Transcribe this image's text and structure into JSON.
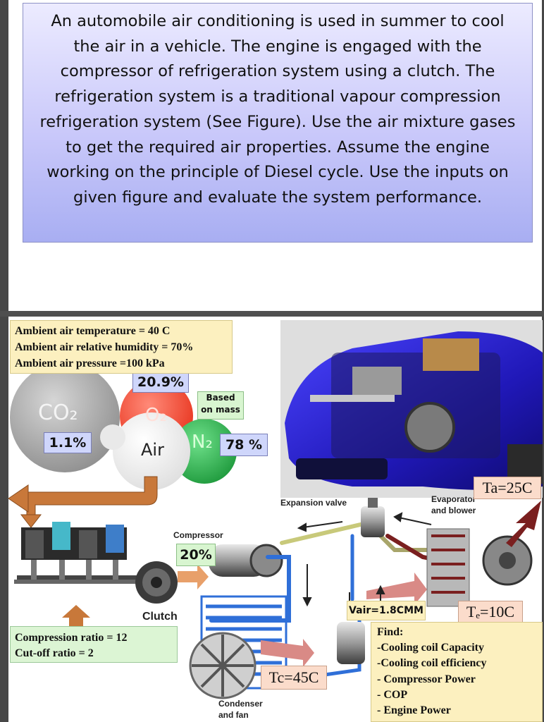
{
  "problem": {
    "lines": [
      "An automobile air conditioning is used in summer to cool",
      "the air in a vehicle. The engine is engaged with the",
      "compressor of refrigeration system using a clutch. The",
      "refrigeration system is a traditional vapour compression",
      "refrigeration system (See Figure). Use the air mixture gases",
      "to get the required air properties. Assume the engine",
      "working on the principle of Diesel cycle. Use the inputs on",
      "given figure and evaluate the system performance."
    ]
  },
  "ambient": {
    "temperature": "Ambient air temperature  = 40 C",
    "humidity": "Ambient air relative humidity = 70%",
    "pressure": "Ambient air pressure =100 kPa"
  },
  "air_composition": {
    "co2_label": "CO₂",
    "co2_pct": "1.1%",
    "o2_label": "O₂",
    "o2_pct": "20.9%",
    "n2_label": "N₂",
    "n2_pct": "78 %",
    "air_label": "Air",
    "basis": "Based\non mass"
  },
  "engine": {
    "compression_ratio": "Compression ratio = 12",
    "cutoff_ratio": "Cut-off ratio = 2"
  },
  "components": {
    "clutch": "Clutch",
    "compressor": "Compressor",
    "compressor_pct": "20%",
    "expansion_valve": "Expansion valve",
    "evaporator": "Evaporator\nand blower",
    "condenser": "Condenser\nand fan"
  },
  "conditions": {
    "ta": "Ta=25C",
    "te": "Tₑ=10C",
    "tc": "Tc=45C",
    "vair": "Vair=1.8CMM"
  },
  "find": {
    "title": "Find:",
    "items": [
      "-Cooling coil Capacity",
      "-Cooling coil efficiency",
      "- Compressor Power",
      "- COP",
      "- Engine Power"
    ]
  },
  "colors": {
    "car_body": "#2a24c8",
    "arrow_orange": "#c8783a",
    "hot_line": "#7a1f1f",
    "cold_line": "#2f6fd8"
  }
}
